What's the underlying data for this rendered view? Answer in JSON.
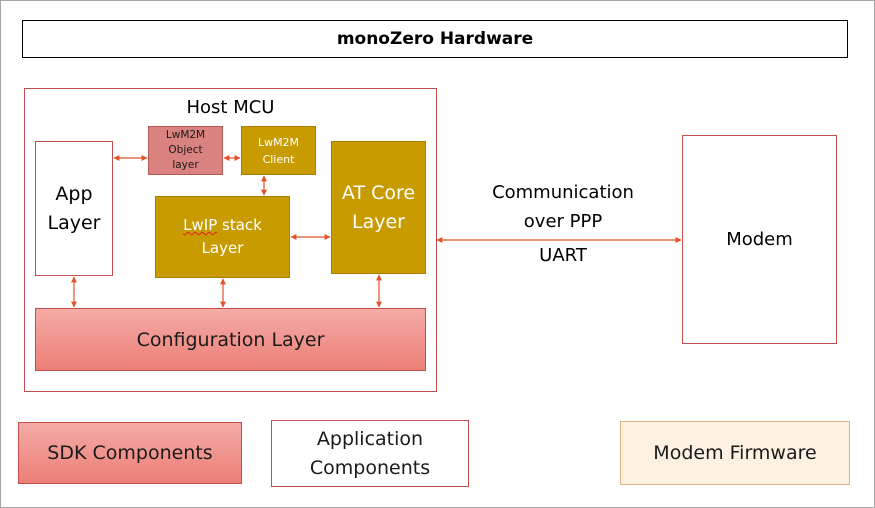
{
  "header": {
    "title": "monoZero  Hardware"
  },
  "host_mcu": {
    "title": "Host MCU",
    "app_layer": "App\nLayer",
    "lwm2m_object": "LwM2M\nObject\nlayer",
    "lwm2m_client": "LwM2M\nClient",
    "lwip_prefix": "LwIP",
    "lwip_suffix": " stack",
    "lwip_line2": "Layer",
    "at_core": "AT Core\nLayer",
    "configuration": "Configuration Layer"
  },
  "link": {
    "communication": "Communication\nover PPP",
    "uart": "UART"
  },
  "modem": {
    "label": "Modem"
  },
  "legend": {
    "sdk": "SDK Components",
    "application": "Application\nComponents",
    "modem_firmware": "Modem Firmware"
  },
  "colors": {
    "arrow": "#e0532b",
    "sdk_fill": "#ec7f77",
    "core_fill": "#c89b00",
    "modem_fw_fill": "#fdf1e1"
  }
}
